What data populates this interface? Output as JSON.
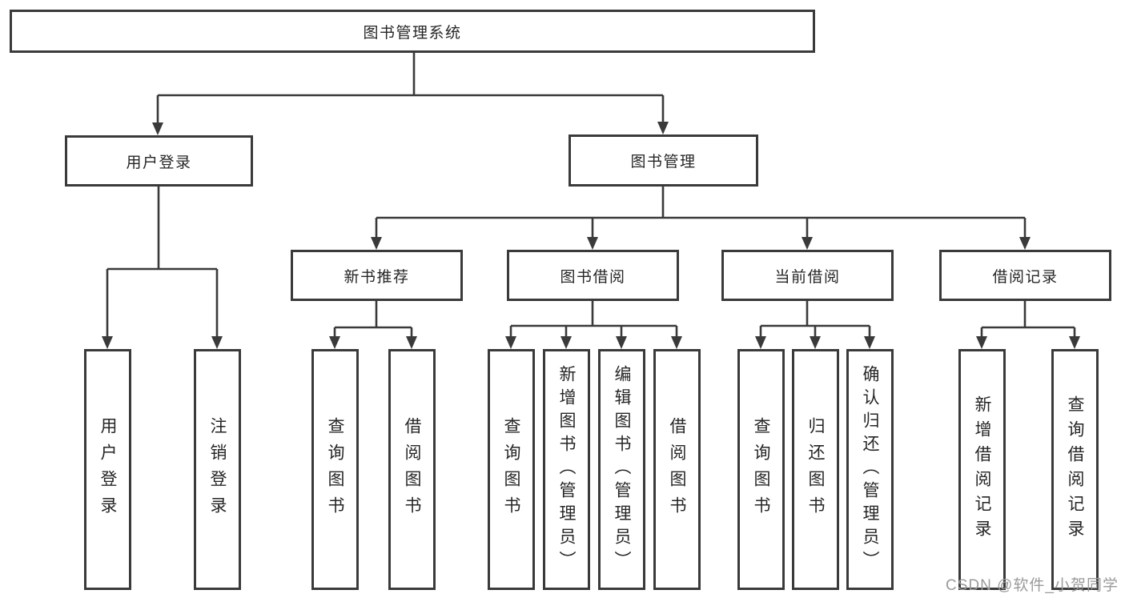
{
  "colors": {
    "line": "#3a3a3a",
    "box_border": "#3a3a3a",
    "box_background": "#ffffff",
    "text": "#262626",
    "watermark": "#9a9a9a"
  },
  "watermark": {
    "text": "CSDN @软件_小贺同学"
  },
  "tree": {
    "root": {
      "label": "图书管理系统"
    },
    "branches": [
      {
        "label": "用户登录",
        "children": [
          {
            "label": "用户登录"
          },
          {
            "label": "注销登录"
          }
        ]
      },
      {
        "label": "图书管理",
        "children": [
          {
            "label": "新书推荐",
            "children": [
              {
                "label": "查询图书"
              },
              {
                "label": "借阅图书"
              }
            ]
          },
          {
            "label": "图书借阅",
            "children": [
              {
                "label": "查询图书"
              },
              {
                "label": "新增图书（管理员）"
              },
              {
                "label": "编辑图书（管理员）"
              },
              {
                "label": "借阅图书"
              }
            ]
          },
          {
            "label": "当前借阅",
            "children": [
              {
                "label": "查询图书"
              },
              {
                "label": "归还图书"
              },
              {
                "label": "确认归还（管理员）"
              }
            ]
          },
          {
            "label": "借阅记录",
            "children": [
              {
                "label": "新增借阅记录"
              },
              {
                "label": "查询借阅记录"
              }
            ]
          }
        ]
      }
    ]
  }
}
